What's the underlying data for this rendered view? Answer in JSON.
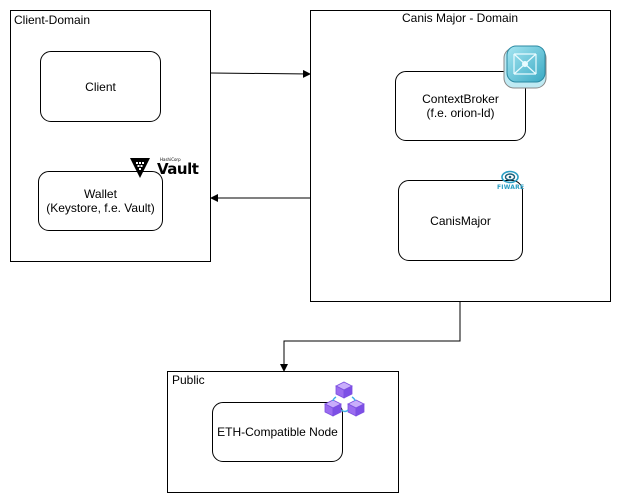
{
  "domains": {
    "client": {
      "label": "Client-Domain"
    },
    "canis": {
      "label": "Canis Major - Domain"
    },
    "public": {
      "label": "Public"
    }
  },
  "nodes": {
    "client": {
      "line1": "Client"
    },
    "wallet": {
      "line1": "Wallet",
      "line2": "(Keystore, f.e. Vault)"
    },
    "broker": {
      "line1": "ContextBroker",
      "line2": "(f.e. orion-ld)"
    },
    "canis": {
      "line1": "CanisMajor"
    },
    "eth": {
      "line1": "ETH-Compatible Node"
    }
  },
  "logos": {
    "vault": {
      "word": "Vault",
      "small": "HashiCorp"
    },
    "fiware": {
      "word": "FIWARE"
    }
  },
  "colors": {
    "line": "#000000",
    "broker_icon": "#5bc4d8",
    "fiware": "#2a9ec4",
    "eth_icon": "#9b6cf0"
  }
}
